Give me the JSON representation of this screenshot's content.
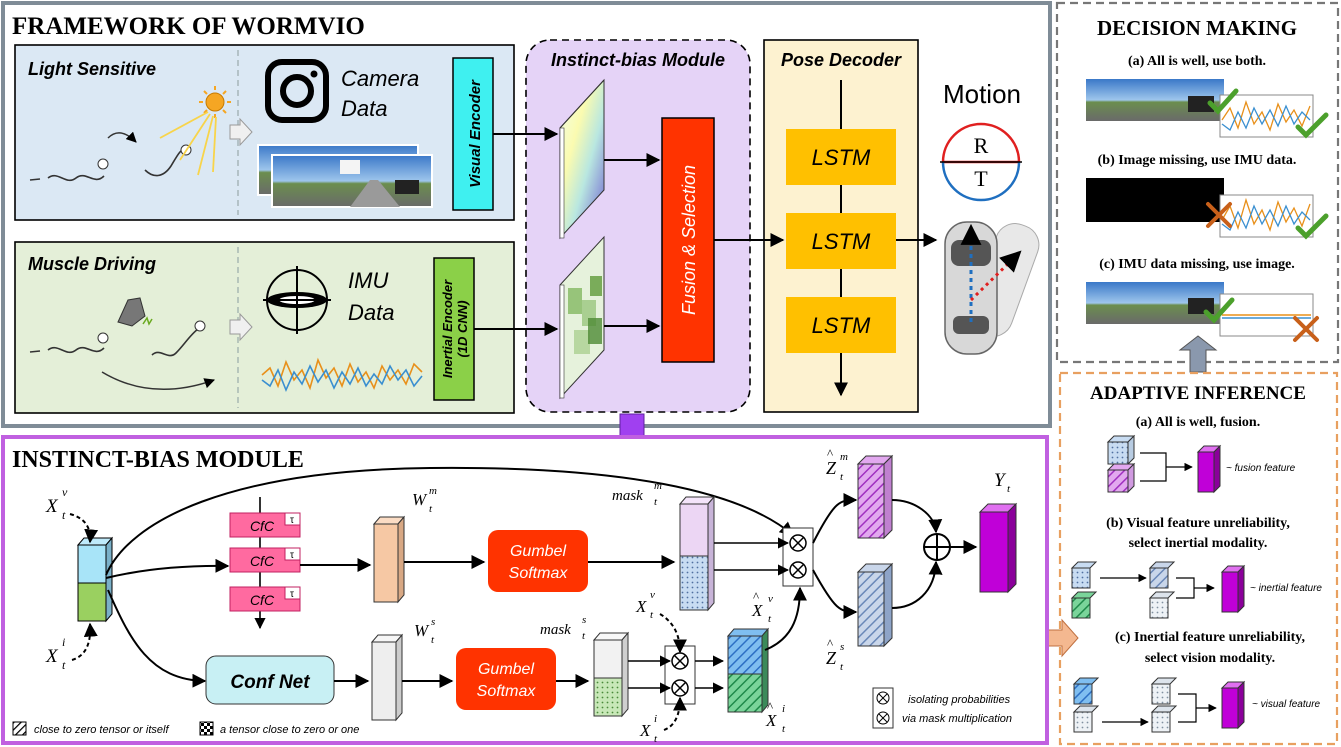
{
  "framework": {
    "title": "FRAMEWORK OF WORMVIO",
    "light_sensitive": "Light Sensitive",
    "muscle_driving": "Muscle Driving",
    "camera_line1": "Camera",
    "camera_line2": "Data",
    "imu_line1": "IMU",
    "imu_line2": "Data",
    "visual_encoder": "Visual Encoder",
    "inertial_encoder_line1": "Inertial Encoder",
    "inertial_encoder_line2": "(1D CNN)",
    "instinct_module_title": "Instinct-bias Module",
    "fusion_selection": "Fusion & Selection",
    "pose_decoder": "Pose Decoder",
    "lstm_labels": [
      "LSTM",
      "LSTM",
      "LSTM"
    ],
    "motion": "Motion",
    "rotation_symbol": "R",
    "translation_symbol": "T"
  },
  "decision": {
    "title": "DECISION MAKING",
    "case_a": "(a) All is well, use both.",
    "case_b": "(b) Image missing, use IMU data.",
    "case_c": "(c) IMU data missing, use image."
  },
  "adaptive": {
    "title": "ADAPTIVE INFERENCE",
    "case_a": "(a) All is well, fusion.",
    "case_b_line1": "(b) Visual feature unreliability,",
    "case_b_line2": "select inertial modality.",
    "case_c_line1": "(c) Inertial feature unreliability,",
    "case_c_line2": "select vision modality.",
    "fusion_feature": "~ fusion feature",
    "inertial_feature": "~ inertial feature",
    "visual_feature": "~ visual feature"
  },
  "instinct": {
    "title": "INSTINCT-BIAS MODULE",
    "cfc_labels": [
      "CfC",
      "CfC",
      "CfC"
    ],
    "tau": "τ",
    "gumbel_line1": "Gumbel",
    "gumbel_line2": "Softmax",
    "conf_net": "Conf Net",
    "x_base": "X",
    "w_base": "W",
    "mask_base": "mask",
    "z_base": "Z",
    "y_base": "Y",
    "sub_t": "t",
    "sup_v": "v",
    "sup_i": "i",
    "sup_m": "m",
    "sup_s": "s",
    "legend_close_zero": "close to zero tensor or itself",
    "legend_close_zero_one": "a tensor close to zero or one",
    "legend_isolating_line1": "isolating probabilities",
    "legend_isolating_line2": "via mask multiplication"
  },
  "colors": {
    "frame_gray": "#7f8c97",
    "purple_border": "#c060e0",
    "orange_dash": "#e8a060",
    "fusion_red": "#ff3300",
    "lstm_yellow": "#ffc000",
    "pose_bg": "#fdf2d0",
    "light_bg": "#dbe8f4",
    "muscle_bg": "#e4efd8",
    "module_bg": "#e5d3f7",
    "visual_cyan": "#3ff0f0",
    "inertial_green": "#8bd048",
    "cfc_pink": "#ff6aa0",
    "magenta": "#c000d8",
    "check_green": "#4ca02c",
    "cross_orange": "#c8601a"
  }
}
